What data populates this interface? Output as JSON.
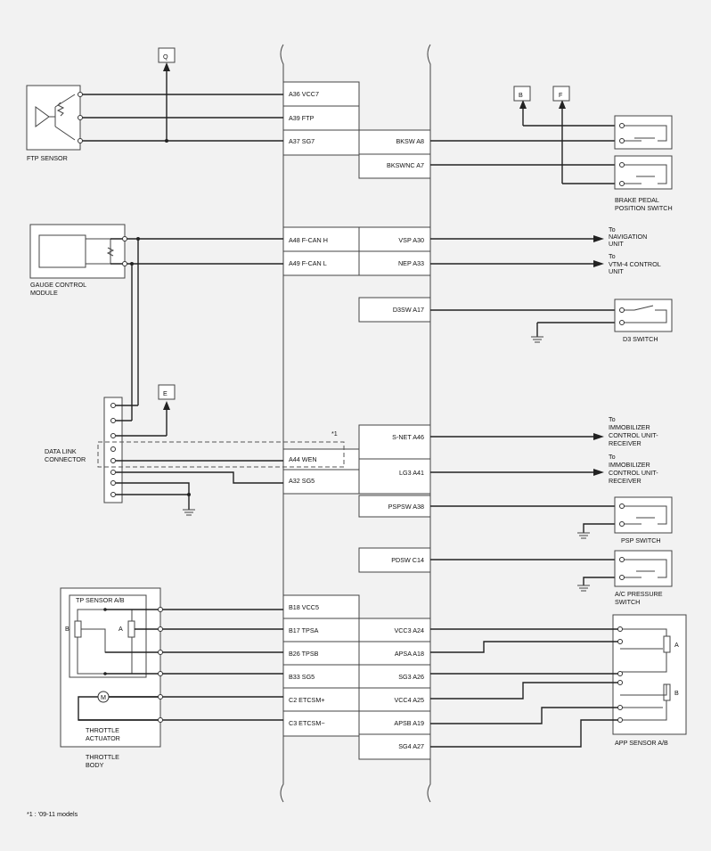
{
  "ecm_left_pins": [
    "A36 VCC7",
    "A39 FTP",
    "A37 SG7",
    "A48 F-CAN H",
    "A49 F-CAN L",
    "A44 WEN",
    "A32 SG5",
    "B18 VCC5",
    "B17 TPSA",
    "B26 TPSB",
    "B33 SG5",
    "C2 ETCSM+",
    "C3 ETCSM−"
  ],
  "ecm_right_pins": [
    "BKSW A8",
    "BKSWNC A7",
    "VSP A30",
    "NEP A33",
    "D3SW A17",
    "S-NET A46",
    "LG3 A41",
    "PSPSW A38",
    "PDSW C14",
    "VCC3 A24",
    "APSA A18",
    "SG3 A26",
    "VCC4 A25",
    "APSB A19",
    "SG4 A27"
  ],
  "refs": {
    "q": "Q",
    "b": "B",
    "f": "F",
    "e": "E"
  },
  "components": {
    "ftp_sensor": "FTP SENSOR",
    "brake_switch_1": "BRAKE PEDAL",
    "brake_switch_2": "POSITION SWITCH",
    "gauge_1": "GAUGE CONTROL",
    "gauge_2": "MODULE",
    "dlc_1": "DATA LINK",
    "dlc_2": "CONNECTOR",
    "d3_switch": "D3 SWITCH",
    "psp_switch": "PSP SWITCH",
    "ac_switch_1": "A/C PRESSURE",
    "ac_switch_2": "SWITCH",
    "tp_sensor": "TP SENSOR A/B",
    "tp_a": "A",
    "tp_b": "B",
    "throttle_act_1": "THROTTLE",
    "throttle_act_2": "ACTUATOR",
    "throttle_body_1": "THROTTLE",
    "throttle_body_2": "BODY",
    "app_sensor": "APP SENSOR A/B",
    "app_a": "A",
    "app_b": "B",
    "motor": "M"
  },
  "destinations": {
    "nav_1": "To",
    "nav_2": "NAVIGATION",
    "nav_3": "UNIT",
    "vtm_1": "To",
    "vtm_2": "VTM-4 CONTROL",
    "vtm_3": "UNIT",
    "imm1_1": "To",
    "imm1_2": "IMMOBILIZER",
    "imm1_3": "CONTROL UNIT-",
    "imm1_4": "RECEIVER",
    "imm2_1": "To",
    "imm2_2": "IMMOBILIZER",
    "imm2_3": "CONTROL UNIT-",
    "imm2_4": "RECEIVER"
  },
  "notes": {
    "mark": "*1",
    "footnote": "*1 : '09-11 models"
  }
}
